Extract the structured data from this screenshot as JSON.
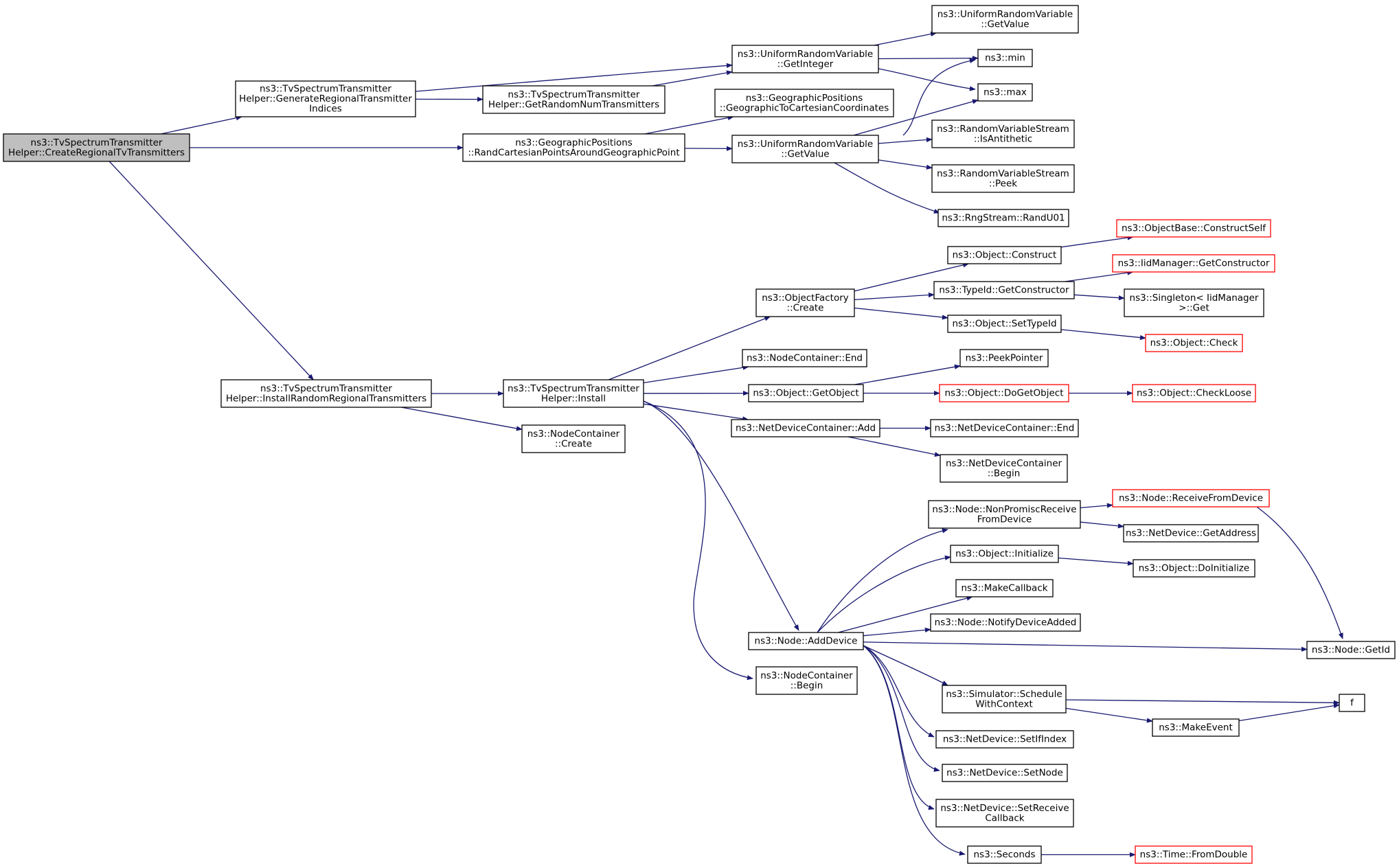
{
  "colors": {
    "edge": "#191970",
    "normal_border": "#000000",
    "truncated_border": "#ff0000",
    "root_fill": "#bfbfbf",
    "node_fill": "#ffffff"
  },
  "nodes": [
    {
      "id": "root",
      "lines": [
        "ns3::TvSpectrumTransmitter",
        "Helper::CreateRegionalTvTransmitters"
      ],
      "style": "root"
    },
    {
      "id": "genIdx",
      "lines": [
        "ns3::TvSpectrumTransmitter",
        "Helper::GenerateRegionalTransmitter",
        "Indices"
      ],
      "style": "normal"
    },
    {
      "id": "randCart",
      "lines": [
        "ns3::GeographicPositions",
        "::RandCartesianPointsAroundGeographicPoint"
      ],
      "style": "normal"
    },
    {
      "id": "installRand",
      "lines": [
        "ns3::TvSpectrumTransmitter",
        "Helper::InstallRandomRegionalTransmitters"
      ],
      "style": "normal"
    },
    {
      "id": "getRandNum",
      "lines": [
        "ns3::TvSpectrumTransmitter",
        "Helper::GetRandomNumTransmitters"
      ],
      "style": "normal"
    },
    {
      "id": "uGetInt",
      "lines": [
        "ns3::UniformRandomVariable",
        "::GetInteger"
      ],
      "style": "normal"
    },
    {
      "id": "geoToCart",
      "lines": [
        "ns3::GeographicPositions",
        "::GeographicToCartesianCoordinates"
      ],
      "style": "normal"
    },
    {
      "id": "uGetVal2",
      "lines": [
        "ns3::UniformRandomVariable",
        "::GetValue"
      ],
      "style": "normal"
    },
    {
      "id": "uGetVal1",
      "lines": [
        "ns3::UniformRandomVariable",
        "::GetValue"
      ],
      "style": "normal"
    },
    {
      "id": "min",
      "lines": [
        "ns3::min"
      ],
      "style": "normal"
    },
    {
      "id": "max",
      "lines": [
        "ns3::max"
      ],
      "style": "normal"
    },
    {
      "id": "isAnti",
      "lines": [
        "ns3::RandomVariableStream",
        "::IsAntithetic"
      ],
      "style": "normal"
    },
    {
      "id": "peek",
      "lines": [
        "ns3::RandomVariableStream",
        "::Peek"
      ],
      "style": "normal"
    },
    {
      "id": "randU01",
      "lines": [
        "ns3::RngStream::RandU01"
      ],
      "style": "normal"
    },
    {
      "id": "install",
      "lines": [
        "ns3::TvSpectrumTransmitter",
        "Helper::Install"
      ],
      "style": "normal"
    },
    {
      "id": "ncCreate",
      "lines": [
        "ns3::NodeContainer",
        "::Create"
      ],
      "style": "normal"
    },
    {
      "id": "ofCreate",
      "lines": [
        "ns3::ObjectFactory",
        "::Create"
      ],
      "style": "normal"
    },
    {
      "id": "ncEnd",
      "lines": [
        "ns3::NodeContainer::End"
      ],
      "style": "normal"
    },
    {
      "id": "getObject",
      "lines": [
        "ns3::Object::GetObject"
      ],
      "style": "normal"
    },
    {
      "id": "ndcAdd",
      "lines": [
        "ns3::NetDeviceContainer::Add"
      ],
      "style": "normal"
    },
    {
      "id": "addDevice",
      "lines": [
        "ns3::Node::AddDevice"
      ],
      "style": "normal"
    },
    {
      "id": "ncBegin",
      "lines": [
        "ns3::NodeContainer",
        "::Begin"
      ],
      "style": "normal"
    },
    {
      "id": "objConstruct",
      "lines": [
        "ns3::Object::Construct"
      ],
      "style": "normal"
    },
    {
      "id": "tidGetCtor",
      "lines": [
        "ns3::TypeId::GetConstructor"
      ],
      "style": "normal"
    },
    {
      "id": "setTypeId",
      "lines": [
        "ns3::Object::SetTypeId"
      ],
      "style": "normal"
    },
    {
      "id": "peekPtr",
      "lines": [
        "ns3::PeekPointer"
      ],
      "style": "normal"
    },
    {
      "id": "doGetObject",
      "lines": [
        "ns3::Object::DoGetObject"
      ],
      "style": "truncated"
    },
    {
      "id": "ndcEnd",
      "lines": [
        "ns3::NetDeviceContainer::End"
      ],
      "style": "normal"
    },
    {
      "id": "ndcBegin",
      "lines": [
        "ns3::NetDeviceContainer",
        "::Begin"
      ],
      "style": "normal"
    },
    {
      "id": "obConstructSelf",
      "lines": [
        "ns3::ObjectBase::ConstructSelf"
      ],
      "style": "truncated"
    },
    {
      "id": "iidGetCtor",
      "lines": [
        "ns3::IidManager::GetConstructor"
      ],
      "style": "truncated"
    },
    {
      "id": "singletonGet",
      "lines": [
        "ns3::Singleton< IidManager",
        " >::Get"
      ],
      "style": "normal"
    },
    {
      "id": "objCheck",
      "lines": [
        "ns3::Object::Check"
      ],
      "style": "truncated"
    },
    {
      "id": "checkLoose",
      "lines": [
        "ns3::Object::CheckLoose"
      ],
      "style": "truncated"
    },
    {
      "id": "nonPromisc",
      "lines": [
        "ns3::Node::NonPromiscReceive",
        "FromDevice"
      ],
      "style": "normal"
    },
    {
      "id": "objInit",
      "lines": [
        "ns3::Object::Initialize"
      ],
      "style": "normal"
    },
    {
      "id": "makeCallback",
      "lines": [
        "ns3::MakeCallback"
      ],
      "style": "normal"
    },
    {
      "id": "notifyAdded",
      "lines": [
        "ns3::Node::NotifyDeviceAdded"
      ],
      "style": "normal"
    },
    {
      "id": "schedCtx",
      "lines": [
        "ns3::Simulator::Schedule",
        "WithContext"
      ],
      "style": "normal"
    },
    {
      "id": "setIfIndex",
      "lines": [
        "ns3::NetDevice::SetIfIndex"
      ],
      "style": "normal"
    },
    {
      "id": "setNode",
      "lines": [
        "ns3::NetDevice::SetNode"
      ],
      "style": "normal"
    },
    {
      "id": "setRecvCb",
      "lines": [
        "ns3::NetDevice::SetReceive",
        "Callback"
      ],
      "style": "normal"
    },
    {
      "id": "seconds",
      "lines": [
        "ns3::Seconds"
      ],
      "style": "normal"
    },
    {
      "id": "recvFromDev",
      "lines": [
        "ns3::Node::ReceiveFromDevice"
      ],
      "style": "truncated"
    },
    {
      "id": "getAddress",
      "lines": [
        "ns3::NetDevice::GetAddress"
      ],
      "style": "normal"
    },
    {
      "id": "doInit",
      "lines": [
        "ns3::Object::DoInitialize"
      ],
      "style": "normal"
    },
    {
      "id": "getId",
      "lines": [
        "ns3::Node::GetId"
      ],
      "style": "normal"
    },
    {
      "id": "f",
      "lines": [
        "f"
      ],
      "style": "normal"
    },
    {
      "id": "makeEvent",
      "lines": [
        "ns3::MakeEvent"
      ],
      "style": "normal"
    },
    {
      "id": "fromDouble",
      "lines": [
        "ns3::Time::FromDouble"
      ],
      "style": "truncated"
    }
  ],
  "edges": [
    [
      "root",
      "genIdx"
    ],
    [
      "root",
      "randCart"
    ],
    [
      "root",
      "installRand"
    ],
    [
      "genIdx",
      "uGetInt"
    ],
    [
      "genIdx",
      "getRandNum"
    ],
    [
      "getRandNum",
      "uGetInt"
    ],
    [
      "uGetInt",
      "uGetVal2"
    ],
    [
      "uGetInt",
      "min"
    ],
    [
      "uGetInt",
      "max"
    ],
    [
      "randCart",
      "geoToCart"
    ],
    [
      "randCart",
      "uGetVal1"
    ],
    [
      "uGetVal1",
      "min"
    ],
    [
      "uGetVal1",
      "max"
    ],
    [
      "uGetVal1",
      "isAnti"
    ],
    [
      "uGetVal1",
      "peek"
    ],
    [
      "uGetVal1",
      "randU01"
    ],
    [
      "installRand",
      "install"
    ],
    [
      "installRand",
      "ncCreate"
    ],
    [
      "install",
      "ofCreate"
    ],
    [
      "install",
      "ncEnd"
    ],
    [
      "install",
      "getObject"
    ],
    [
      "install",
      "ndcAdd"
    ],
    [
      "install",
      "addDevice"
    ],
    [
      "install",
      "ncBegin"
    ],
    [
      "ofCreate",
      "objConstruct"
    ],
    [
      "ofCreate",
      "tidGetCtor"
    ],
    [
      "ofCreate",
      "setTypeId"
    ],
    [
      "objConstruct",
      "obConstructSelf"
    ],
    [
      "tidGetCtor",
      "iidGetCtor"
    ],
    [
      "tidGetCtor",
      "singletonGet"
    ],
    [
      "setTypeId",
      "objCheck"
    ],
    [
      "getObject",
      "peekPtr"
    ],
    [
      "getObject",
      "doGetObject"
    ],
    [
      "doGetObject",
      "checkLoose"
    ],
    [
      "ndcAdd",
      "ndcEnd"
    ],
    [
      "ndcAdd",
      "ndcBegin"
    ],
    [
      "addDevice",
      "nonPromisc"
    ],
    [
      "addDevice",
      "objInit"
    ],
    [
      "addDevice",
      "makeCallback"
    ],
    [
      "addDevice",
      "notifyAdded"
    ],
    [
      "addDevice",
      "getId"
    ],
    [
      "addDevice",
      "schedCtx"
    ],
    [
      "addDevice",
      "setIfIndex"
    ],
    [
      "addDevice",
      "setNode"
    ],
    [
      "addDevice",
      "setRecvCb"
    ],
    [
      "addDevice",
      "seconds"
    ],
    [
      "nonPromisc",
      "recvFromDev"
    ],
    [
      "nonPromisc",
      "getAddress"
    ],
    [
      "recvFromDev",
      "getId"
    ],
    [
      "objInit",
      "doInit"
    ],
    [
      "schedCtx",
      "f"
    ],
    [
      "schedCtx",
      "makeEvent"
    ],
    [
      "makeEvent",
      "f"
    ],
    [
      "seconds",
      "fromDouble"
    ]
  ]
}
